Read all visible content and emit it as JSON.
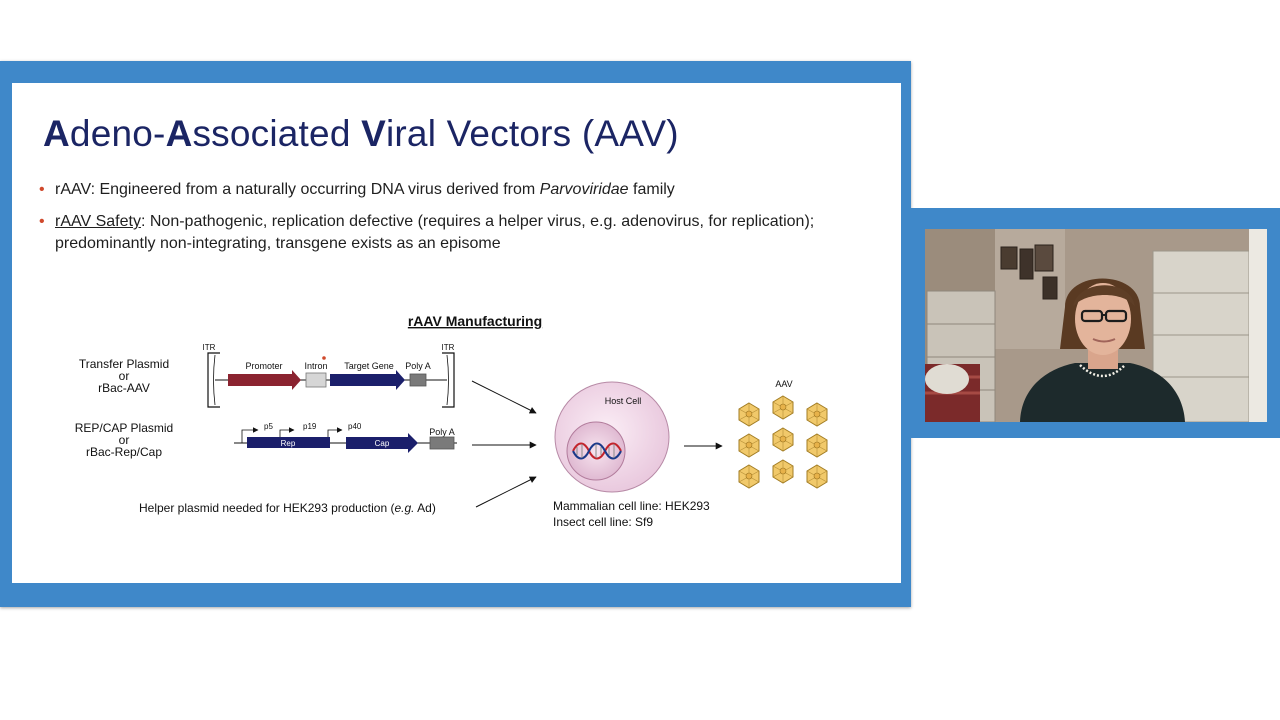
{
  "slide": {
    "title_parts": [
      {
        "text": "A",
        "bold": true
      },
      {
        "text": "deno-",
        "bold": false
      },
      {
        "text": "A",
        "bold": true
      },
      {
        "text": "ssociated ",
        "bold": false
      },
      {
        "text": "V",
        "bold": true
      },
      {
        "text": "iral Vectors (AAV)",
        "bold": false
      }
    ],
    "bullet1": {
      "pre": "rAAV: Engineered from a naturally occurring DNA virus derived from ",
      "italic": "Parvoviridae",
      "post": " family"
    },
    "bullet2": {
      "underlined": "rAAV Safety",
      "rest": ": Non-pathogenic, replication defective (requires a helper virus, e.g. adenovirus, for replication); predominantly non-integrating, transgene exists as an episome"
    }
  },
  "diagram": {
    "heading": "rAAV Manufacturing",
    "transfer_label_1": "Transfer Plasmid",
    "transfer_label_2": "or",
    "transfer_label_3": "rBac-AAV",
    "repcap_label_1": "REP/CAP Plasmid",
    "repcap_label_2": "or",
    "repcap_label_3": "rBac-Rep/Cap",
    "itr_left": "ITR",
    "itr_right": "ITR",
    "promoter": "Promoter",
    "intron": "Intron",
    "target_gene": "Target Gene",
    "poly_a_1": "Poly A",
    "p5": "p5",
    "p19": "p19",
    "p40": "p40",
    "rep": "Rep",
    "cap": "Cap",
    "poly_a_2": "Poly A",
    "helper_pre": "Helper plasmid needed for HEK293 production (",
    "helper_italic": "e.g.",
    "helper_post": " Ad)",
    "host_cell": "Host Cell",
    "cell_line_1": "Mammalian cell line: HEK293",
    "cell_line_2": "Insect cell line: Sf9",
    "aav": "AAV"
  },
  "colors": {
    "frame": "#3f88c9",
    "title": "#1b2564",
    "bullet": "#d0492c",
    "promoter": "#8b2330",
    "gene": "#1b1f6b"
  }
}
